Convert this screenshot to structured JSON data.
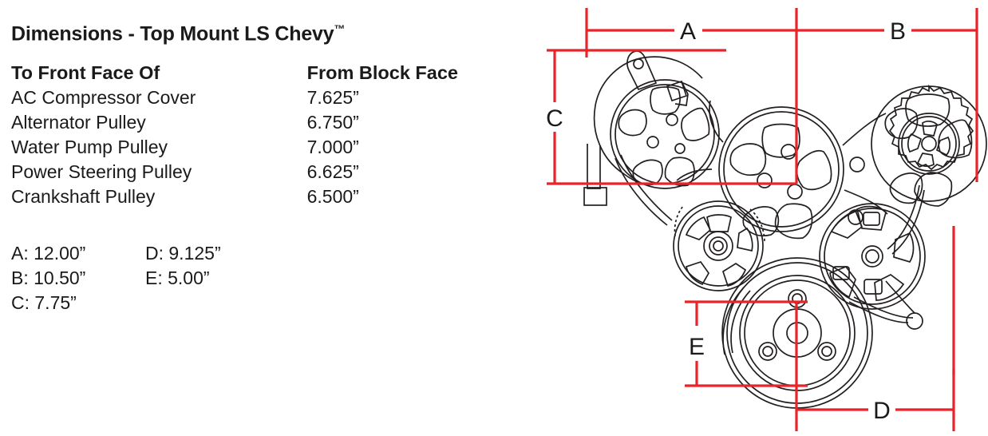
{
  "title": {
    "text": "Dimensions - Top Mount LS Chevy",
    "trademark": "™"
  },
  "spec_table": {
    "headers": {
      "label": "To Front Face Of",
      "value": "From Block Face"
    },
    "rows": [
      {
        "label": "AC Compressor Cover",
        "value": "7.625”"
      },
      {
        "label": "Alternator Pulley",
        "value": "6.750”"
      },
      {
        "label": "Water Pump Pulley",
        "value": "7.000”"
      },
      {
        "label": "Power Steering Pulley",
        "value": "6.625”"
      },
      {
        "label": "Crankshaft Pulley",
        "value": "6.500”"
      }
    ]
  },
  "dimension_key": {
    "rows": [
      [
        "A: 12.00”",
        "D: 9.125”"
      ],
      [
        "B: 10.50”",
        "E: 5.00”"
      ],
      [
        "C:  7.75”",
        ""
      ]
    ]
  },
  "drawing": {
    "dimension_line_color": "#e8242a",
    "outline_color": "#231f20",
    "labels": {
      "a": "A",
      "b": "B",
      "c": "C",
      "d": "D",
      "e": "E"
    }
  }
}
